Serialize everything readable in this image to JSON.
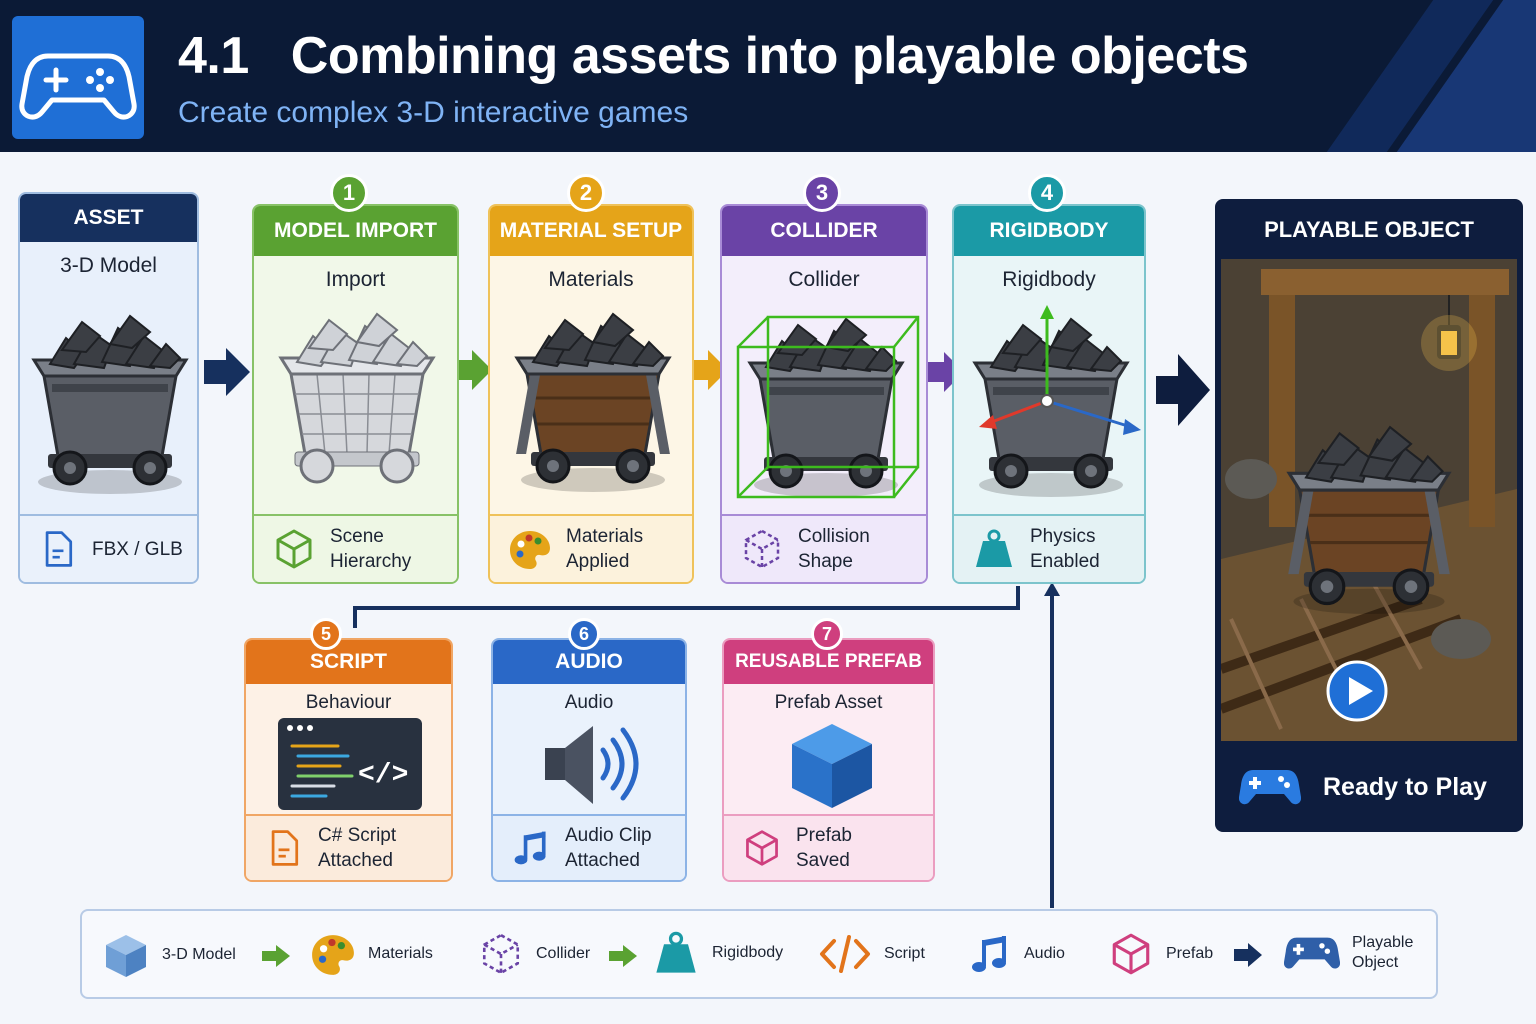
{
  "header": {
    "section_number": "4.1",
    "title": "Combining assets into playable objects",
    "subtitle": "Create complex 3-D interactive games",
    "logo_icon": "gamepad-icon"
  },
  "colors": {
    "navy": "#0b1a36",
    "asset": "#16305e",
    "import": "#5aa232",
    "material": "#e5a419",
    "collider": "#6a43a6",
    "rigidbody": "#1b9aa6",
    "script": "#e2741b",
    "audio": "#2a68c7",
    "prefab": "#cf3f7e"
  },
  "asset": {
    "head": "ASSET",
    "sub": "3-D Model",
    "foot": "FBX / GLB",
    "foot_icon": "file-icon"
  },
  "steps": [
    {
      "num": "1",
      "head": "MODEL IMPORT",
      "sub": "Import",
      "foot": "Scene\nHierarchy",
      "foot_icon": "cube-outline-icon"
    },
    {
      "num": "2",
      "head": "MATERIAL SETUP",
      "sub": "Materials",
      "foot": "Materials\nApplied",
      "foot_icon": "palette-icon"
    },
    {
      "num": "3",
      "head": "COLLIDER",
      "sub": "Collider",
      "foot": "Collision\nShape",
      "foot_icon": "dashed-cube-icon"
    },
    {
      "num": "4",
      "head": "RIGIDBODY",
      "sub": "Rigidbody",
      "foot": "Physics\nEnabled",
      "foot_icon": "weight-icon"
    },
    {
      "num": "5",
      "head": "SCRIPT",
      "sub": "Behaviour",
      "foot": "C# Script\nAttached",
      "foot_icon": "script-file-icon"
    },
    {
      "num": "6",
      "head": "AUDIO",
      "sub": "Audio",
      "foot": "Audio Clip\nAttached",
      "foot_icon": "music-note-icon"
    },
    {
      "num": "7",
      "head": "REUSABLE PREFAB",
      "sub": "Prefab Asset",
      "foot": "Prefab\nSaved",
      "foot_icon": "prefab-cube-icon"
    }
  ],
  "playable": {
    "head": "PLAYABLE OBJECT",
    "foot": "Ready to Play",
    "icon": "gamepad-icon",
    "play_icon": "play-button-icon"
  },
  "legend": [
    {
      "label": "3-D Model",
      "icon": "cube-icon"
    },
    {
      "label": "Materials",
      "icon": "palette-icon"
    },
    {
      "label": "Collider",
      "icon": "dashed-cube-icon"
    },
    {
      "label": "Rigidbody",
      "icon": "weight-icon"
    },
    {
      "label": "Script",
      "icon": "code-icon"
    },
    {
      "label": "Audio",
      "icon": "music-note-icon"
    },
    {
      "label": "Prefab",
      "icon": "prefab-cube-icon"
    },
    {
      "label": "Playable\nObject",
      "icon": "gamepad-icon"
    }
  ]
}
